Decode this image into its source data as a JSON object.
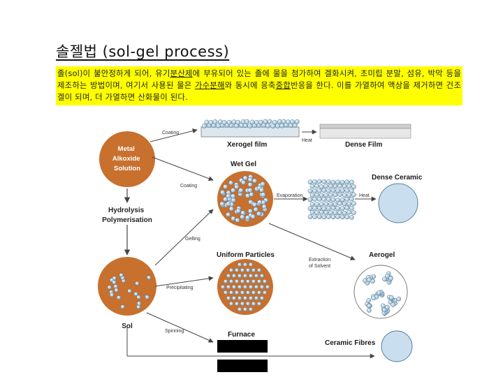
{
  "page": {
    "title": "솔젤법 (sol-gel process)",
    "desc_parts": [
      "졸(sol)이 불안정하게 되어, 유기",
      "분산제",
      "에 부유되어 있는 졸에 물을 첨가하여 겔화시켜, 초미립 분말, 섬유, 박막 등을 제조하는 방법이며, 여기서 사용된 물은 ",
      "가수분해",
      "와 동시에 응축",
      "중합",
      "반응을 한다. 이를 가열하여 액상을 제거하면 건조 겔이 되며, 더 가열하면 산화물이 된다."
    ]
  },
  "diagram": {
    "metal_alkoxide": [
      "Metal",
      "Alkoxide",
      "Solution"
    ],
    "hydrolysis": [
      "Hydrolysis",
      "Polymerisation"
    ],
    "sol": "Sol",
    "coating_top": "Coating",
    "coating_mid": "Coating",
    "gelling": "Gelling",
    "precipitating": "Precipitating",
    "spinning": "Spinning",
    "xerogel_film": "Xerogel film",
    "heat_top": "Heat",
    "dense_film": "Dense Film",
    "wet_gel": "Wet Gel",
    "evaporation": "Evaporation",
    "heat_mid": "Heat",
    "dense_ceramic": "Dense Ceramic",
    "uniform_particles": "Uniform Particles",
    "extraction": [
      "Extraction",
      "of Solvent"
    ],
    "aerogel": "Aerogel",
    "furnace": "Furnace",
    "ceramic_fibres": "Ceramic Fibres"
  },
  "colors": {
    "sol": "#c8702e",
    "particle": "#b8d4e6",
    "highlight": "#ffff00",
    "ceramic": "#c9dff0"
  }
}
